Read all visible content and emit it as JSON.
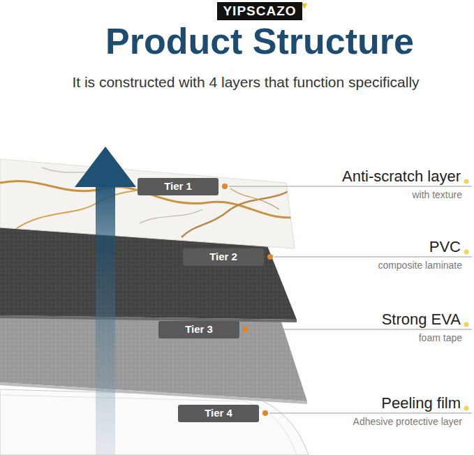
{
  "diagram": {
    "title": "Product Structure",
    "nodes": [
      {
        "text": [
          "Tier 1"
        ]
      },
      {
        "text": [
          "Tier 2"
        ]
      },
      {
        "text": [
          "Tier 3"
        ]
      },
      {
        "text": [
          "Tier 4"
        ]
      }
    ],
    "labels": [
      "YIPSCAZO",
      "It is constructed with 4 layers that function specifically",
      "Anti-scratch layer",
      "with texture",
      "PVC",
      "composite laminate",
      "Strong EVA",
      "foam tape",
      "Peeling film",
      "Adhesive protective layer"
    ]
  }
}
